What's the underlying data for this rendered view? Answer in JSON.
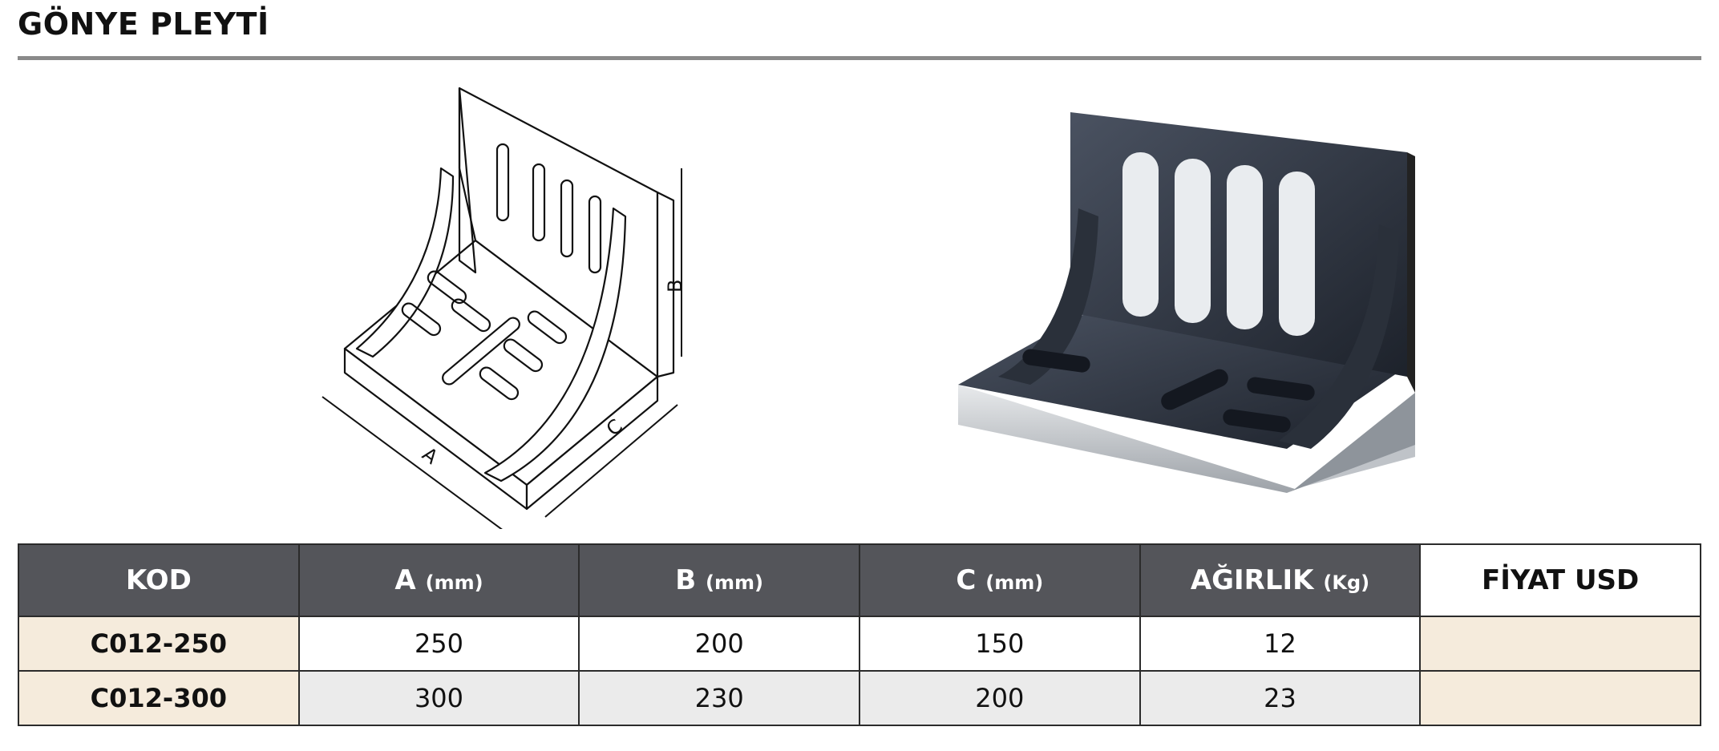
{
  "title": "GÖNYE PLEYTİ",
  "drawing": {
    "dim_a": "A",
    "dim_b": "B",
    "dim_c": "C"
  },
  "table": {
    "headers": [
      {
        "label": "KOD",
        "unit": ""
      },
      {
        "label": "A",
        "unit": "(mm)"
      },
      {
        "label": "B",
        "unit": "(mm)"
      },
      {
        "label": "C",
        "unit": "(mm)"
      },
      {
        "label": "AĞIRLIK",
        "unit": "(Kg)"
      },
      {
        "label": "FİYAT USD",
        "unit": ""
      }
    ],
    "rows": [
      {
        "kod": "C012-250",
        "a": "250",
        "b": "200",
        "c": "150",
        "agirlik": "12",
        "fiyat": ""
      },
      {
        "kod": "C012-300",
        "a": "300",
        "b": "230",
        "c": "200",
        "agirlik": "23",
        "fiyat": ""
      }
    ]
  },
  "colors": {
    "header_bg": "#54555a",
    "code_bg": "#f5ebdc",
    "row_alt_bg": "#ebebeb",
    "rule": "#8a8a8a"
  }
}
